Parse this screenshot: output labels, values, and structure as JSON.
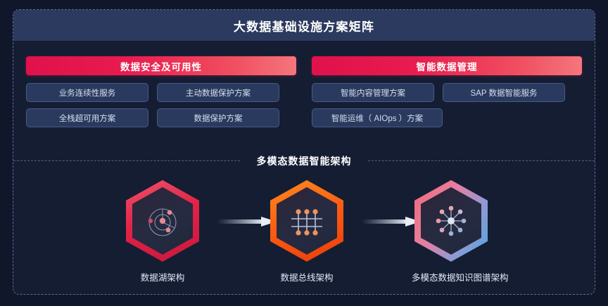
{
  "header": {
    "title": "大数据基础设施方案矩阵"
  },
  "matrix": {
    "columns": [
      {
        "header": "数据安全及可用性",
        "items": [
          "业务连续性服务",
          "主动数据保护方案",
          "全栈超可用方案",
          "数据保护方案"
        ]
      },
      {
        "header": "智能数据管理",
        "items": [
          "智能内容管理方案",
          "SAP 数据智能服务",
          "智能运维（ AIOps ）方案"
        ]
      }
    ]
  },
  "architecture": {
    "title": "多模态数据智能架构",
    "nodes": [
      {
        "label": "数据湖架构",
        "icon": "orbit-icon",
        "accent": "#e02347"
      },
      {
        "label": "数据总线架构",
        "icon": "data-bus-grid-icon",
        "accent": "#fa5b12"
      },
      {
        "label": "多模态数据知识图谱架构",
        "icon": "knowledge-graph-icon",
        "accent": "#4fa6e0"
      }
    ],
    "arrows": [
      "arrow-right-icon",
      "arrow-right-icon"
    ]
  },
  "colors": {
    "page_background": "#10172a",
    "panel_background": "#151d32",
    "panel_border": "#5b6b93",
    "title_band": "#2b3a5e",
    "chip_background": "#2a3a5e",
    "chip_border": "#46598a",
    "header_gradient_start": "#e0114b",
    "header_gradient_end": "#f4767c",
    "text_primary": "#ffffff",
    "text_secondary": "#d5dff2"
  }
}
